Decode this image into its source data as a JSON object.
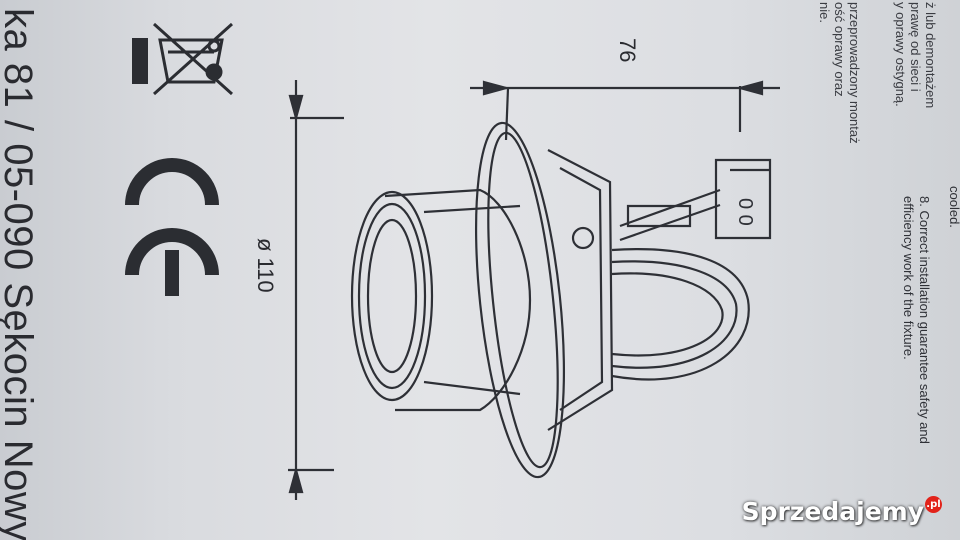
{
  "document": {
    "address": "ka 81 / 05-090 Sękocin Nowy",
    "polish_fragment": [
      "ż lub demontażem",
      "prawę od sieci i",
      "y oprawy ostygną.",
      "",
      "przeprowadzony montaż",
      "ość oprawy oraz",
      "nie."
    ],
    "english_cooled": "cooled.",
    "english_item8_line1": "8. Correct installation guarantee safety and",
    "english_item8_line2": "efficiency work of the fixture.",
    "dimension_height": "76",
    "dimension_diameter": "ø 110",
    "terminal_label": "0 0",
    "ce_mark": "CE"
  },
  "watermark": {
    "text": "Sprzedajemy",
    "badge": ".pl"
  },
  "icons": [
    "crossed-out-wheelie-bin-icon",
    "ce-mark-icon"
  ]
}
